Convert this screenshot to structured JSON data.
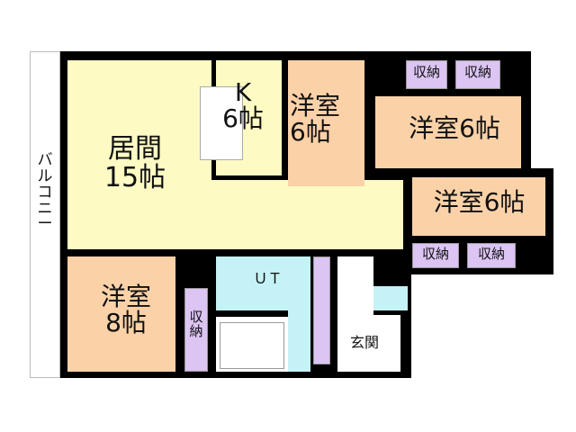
{
  "balcony": "バルコニー",
  "living": {
    "name": "居間",
    "size": "15帖"
  },
  "kitchen": {
    "name": "K",
    "size": "6帖"
  },
  "room_mid": {
    "name": "洋室",
    "size": "6帖"
  },
  "room_top_right": {
    "label": "洋室6帖"
  },
  "room_right": {
    "label": "洋室6帖"
  },
  "room_8": {
    "name": "洋室",
    "size": "8帖"
  },
  "storage": "収納",
  "utility": "ＵＴ",
  "entrance": "玄関"
}
